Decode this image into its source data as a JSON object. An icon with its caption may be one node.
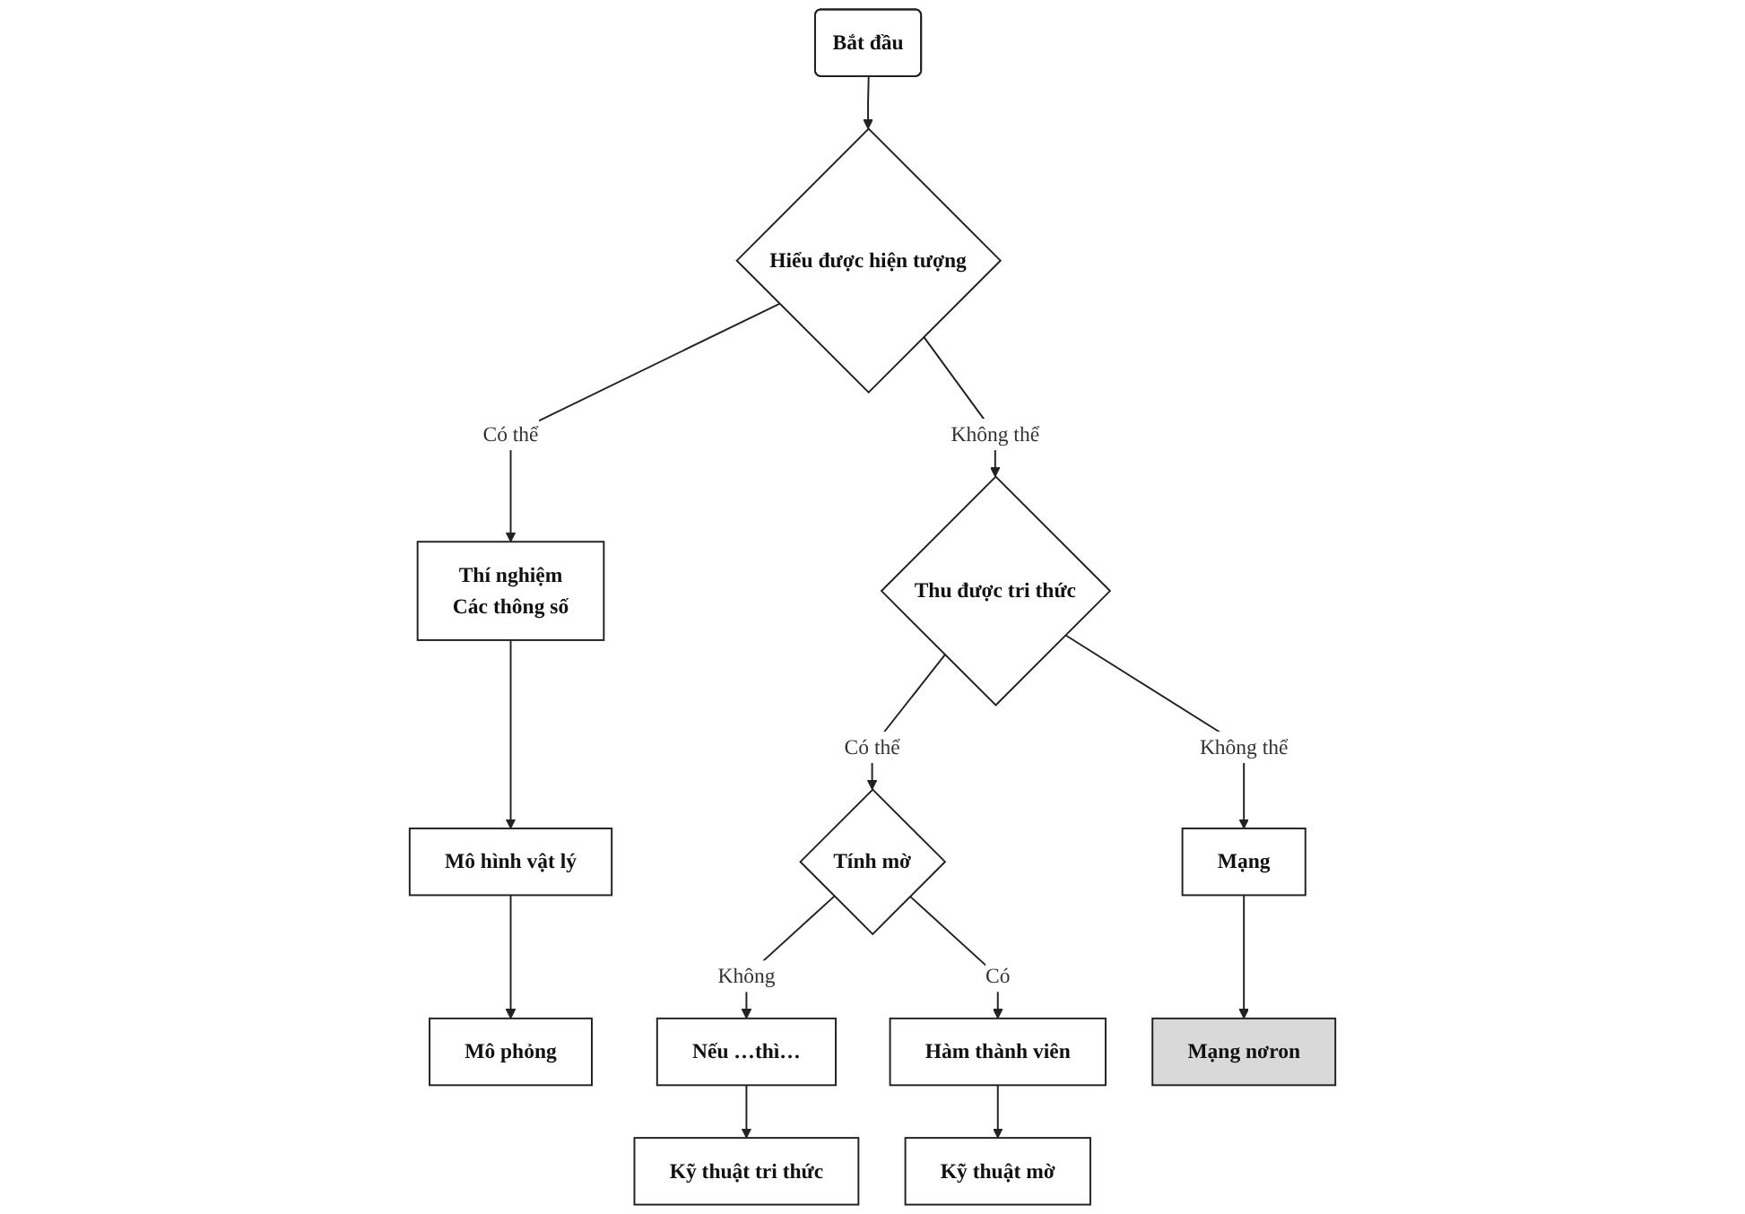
{
  "diagram": {
    "nodes": [
      {
        "text": [
          "Bắt đầu"
        ]
      },
      {
        "text": [
          "Hiểu được hiện tượng"
        ]
      },
      {
        "text": [
          "Thí nghiệm",
          "Các thông số"
        ]
      },
      {
        "text": [
          "Thu được tri thức"
        ]
      },
      {
        "text": [
          "Tính mờ"
        ]
      },
      {
        "text": [
          "Mô hình vật lý"
        ]
      },
      {
        "text": [
          "Nếu …thì…"
        ]
      },
      {
        "text": [
          "Hàm thành viên"
        ]
      },
      {
        "text": [
          "Mạng"
        ]
      },
      {
        "text": [
          "Mô phỏng"
        ]
      },
      {
        "text": [
          "Kỹ thuật tri thức"
        ]
      },
      {
        "text": [
          "Kỹ thuật mờ"
        ]
      },
      {
        "text": [
          "Mạng nơron"
        ]
      }
    ],
    "edges": [
      {
        "from": 0,
        "to": 1,
        "arrow": "to"
      },
      {
        "from": 1,
        "to": 2,
        "arrow": "to",
        "label": "Có thể"
      },
      {
        "from": 1,
        "to": 3,
        "arrow": "to",
        "label": "Không thể"
      },
      {
        "from": 3,
        "to": 4,
        "arrow": "to",
        "label": "Có thể"
      },
      {
        "from": 3,
        "to": 8,
        "arrow": "to",
        "label": "Không thể"
      },
      {
        "from": 4,
        "to": 6,
        "arrow": "to",
        "label": "Không"
      },
      {
        "from": 4,
        "to": 7,
        "arrow": "to",
        "label": "Có"
      },
      {
        "from": 2,
        "to": 5,
        "arrow": "to"
      },
      {
        "from": 5,
        "to": 9,
        "arrow": "to"
      },
      {
        "from": 6,
        "to": 10,
        "arrow": "to"
      },
      {
        "from": 7,
        "to": 11,
        "arrow": "to"
      },
      {
        "from": 8,
        "to": 12,
        "arrow": "to"
      }
    ]
  }
}
